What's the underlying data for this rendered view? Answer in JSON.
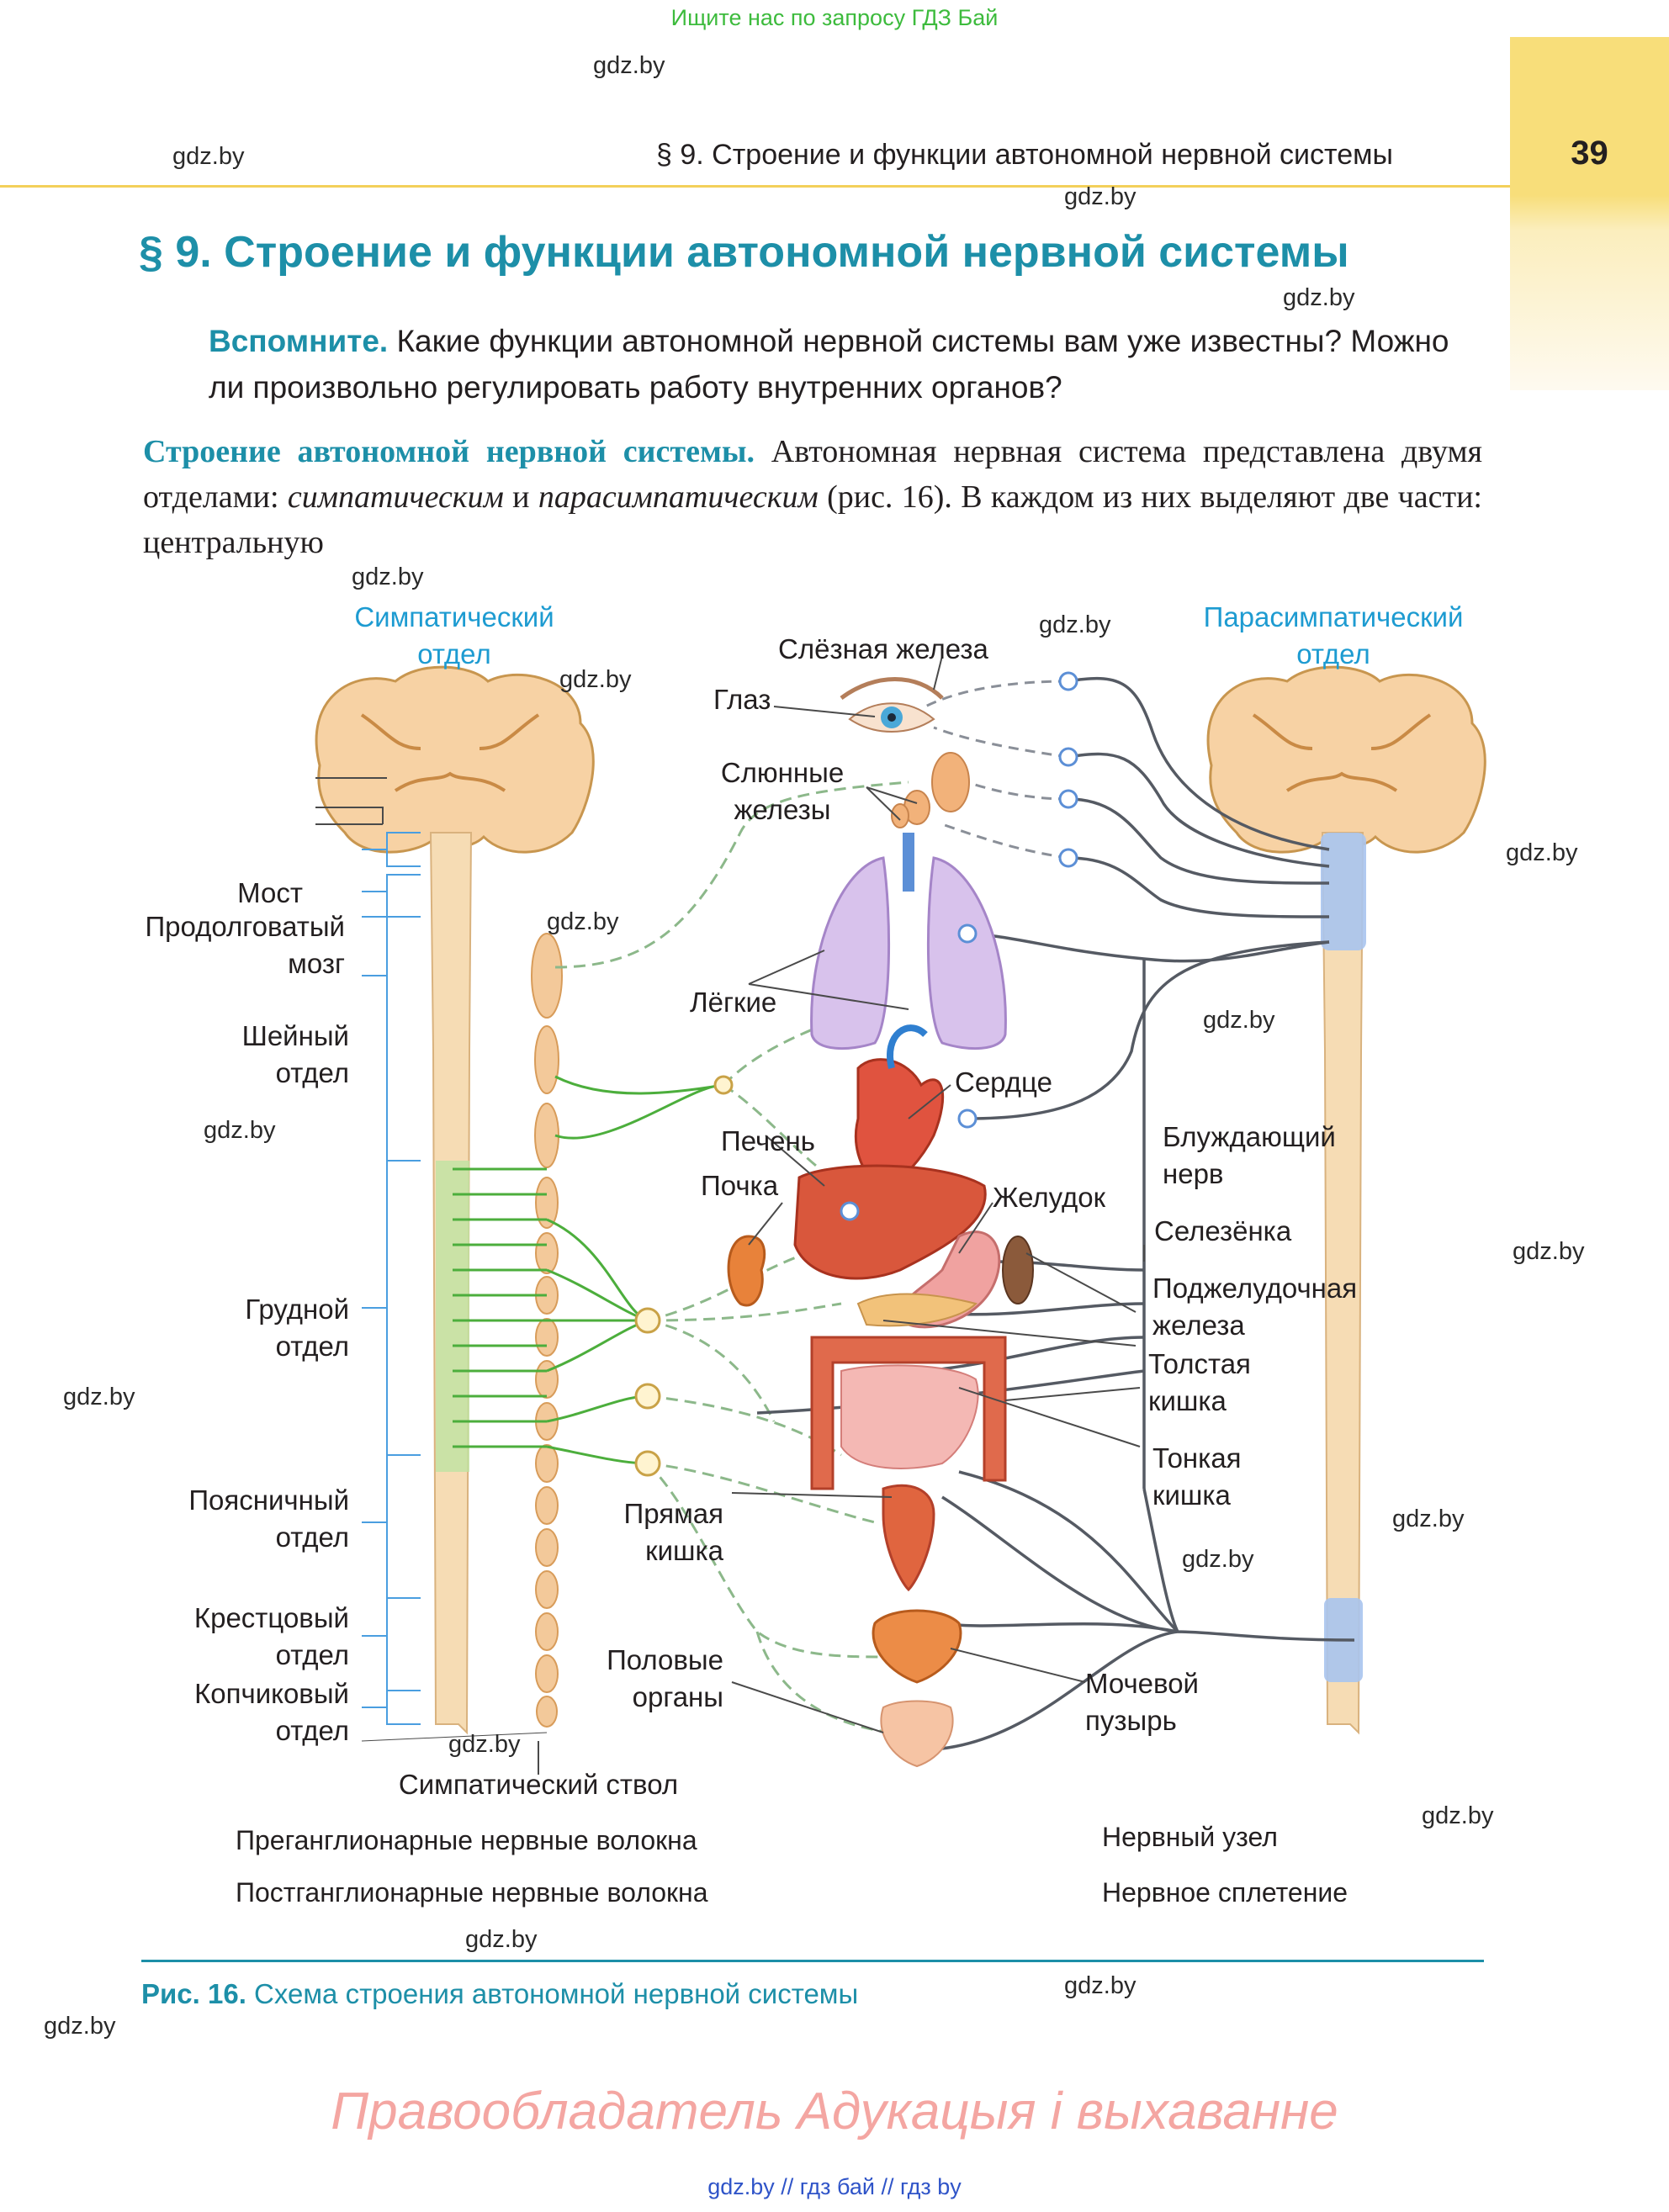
{
  "top_banner": "Ищите нас по запросу ГДЗ Бай",
  "page_number": "39",
  "running_head": "§ 9. Строение и функции автономной нервной системы",
  "title": "§ 9. Строение и функции автономной нервной системы",
  "remember": {
    "lead": "Вспомните.",
    "text": " Какие функции автономной нервной системы вам уже известны? Можно ли произвольно регулировать работу внутренних органов?"
  },
  "paragraph": {
    "lead": "Строение автономной нервной системы.",
    "t1": " Автономная нервная система представлена двумя отделами: ",
    "i1": "симпатическим",
    "t2": " и ",
    "i2": "парасимпатическим",
    "t3": " (рис. 16). В каждом из них выделяют две части: центральную"
  },
  "diagram": {
    "sympathetic": "Симпатический отдел",
    "parasympathetic": "Парасимпатический отдел",
    "left_labels": {
      "bridge": "Мост",
      "medulla": "Продолговатый мозг",
      "cervical": "Шейный отдел",
      "thoracic": "Грудной отдел",
      "lumbar": "Поясничный отдел",
      "sacral": "Крестцовый отдел",
      "coccygeal": "Копчиковый отдел",
      "trunk": "Симпатический ствол"
    },
    "organs": {
      "lacrimal": "Слёзная железа",
      "eye": "Глаз",
      "salivary": "Слюнные железы",
      "lungs": "Лёгкие",
      "heart": "Сердце",
      "liver": "Печень",
      "kidney": "Почка",
      "stomach": "Желудок",
      "vagus": "Блуждающий нерв",
      "spleen": "Селезёнка",
      "pancreas": "Поджелудочная железа",
      "colon": "Толстая кишка",
      "small_intestine": "Тонкая кишка",
      "rectum": "Прямая кишка",
      "genitals": "Половые органы",
      "bladder": "Мочевой пузырь"
    },
    "legend": {
      "pre": "Преганглионарные нервные волокна",
      "post": "Постганглионарные нервные волокна",
      "ganglion": "Нервный узел",
      "plexus": "Нервное сплетение"
    }
  },
  "caption": {
    "lead": "Рис. 16.",
    "text": " Схема строения автономной нервной системы"
  },
  "watermark": "gdz.by",
  "copyright": "Правообладатель Адукацыя і выхаванне",
  "footer": "gdz.by  //  гдз бай  //  гдз by",
  "colors": {
    "accent": "#1d8fa8",
    "label_blue": "#1d9bd1",
    "sympathetic_green": "#4cae3c",
    "parasympathetic_blue": "#5c8fd6",
    "page_tab": "#f8de7a"
  }
}
